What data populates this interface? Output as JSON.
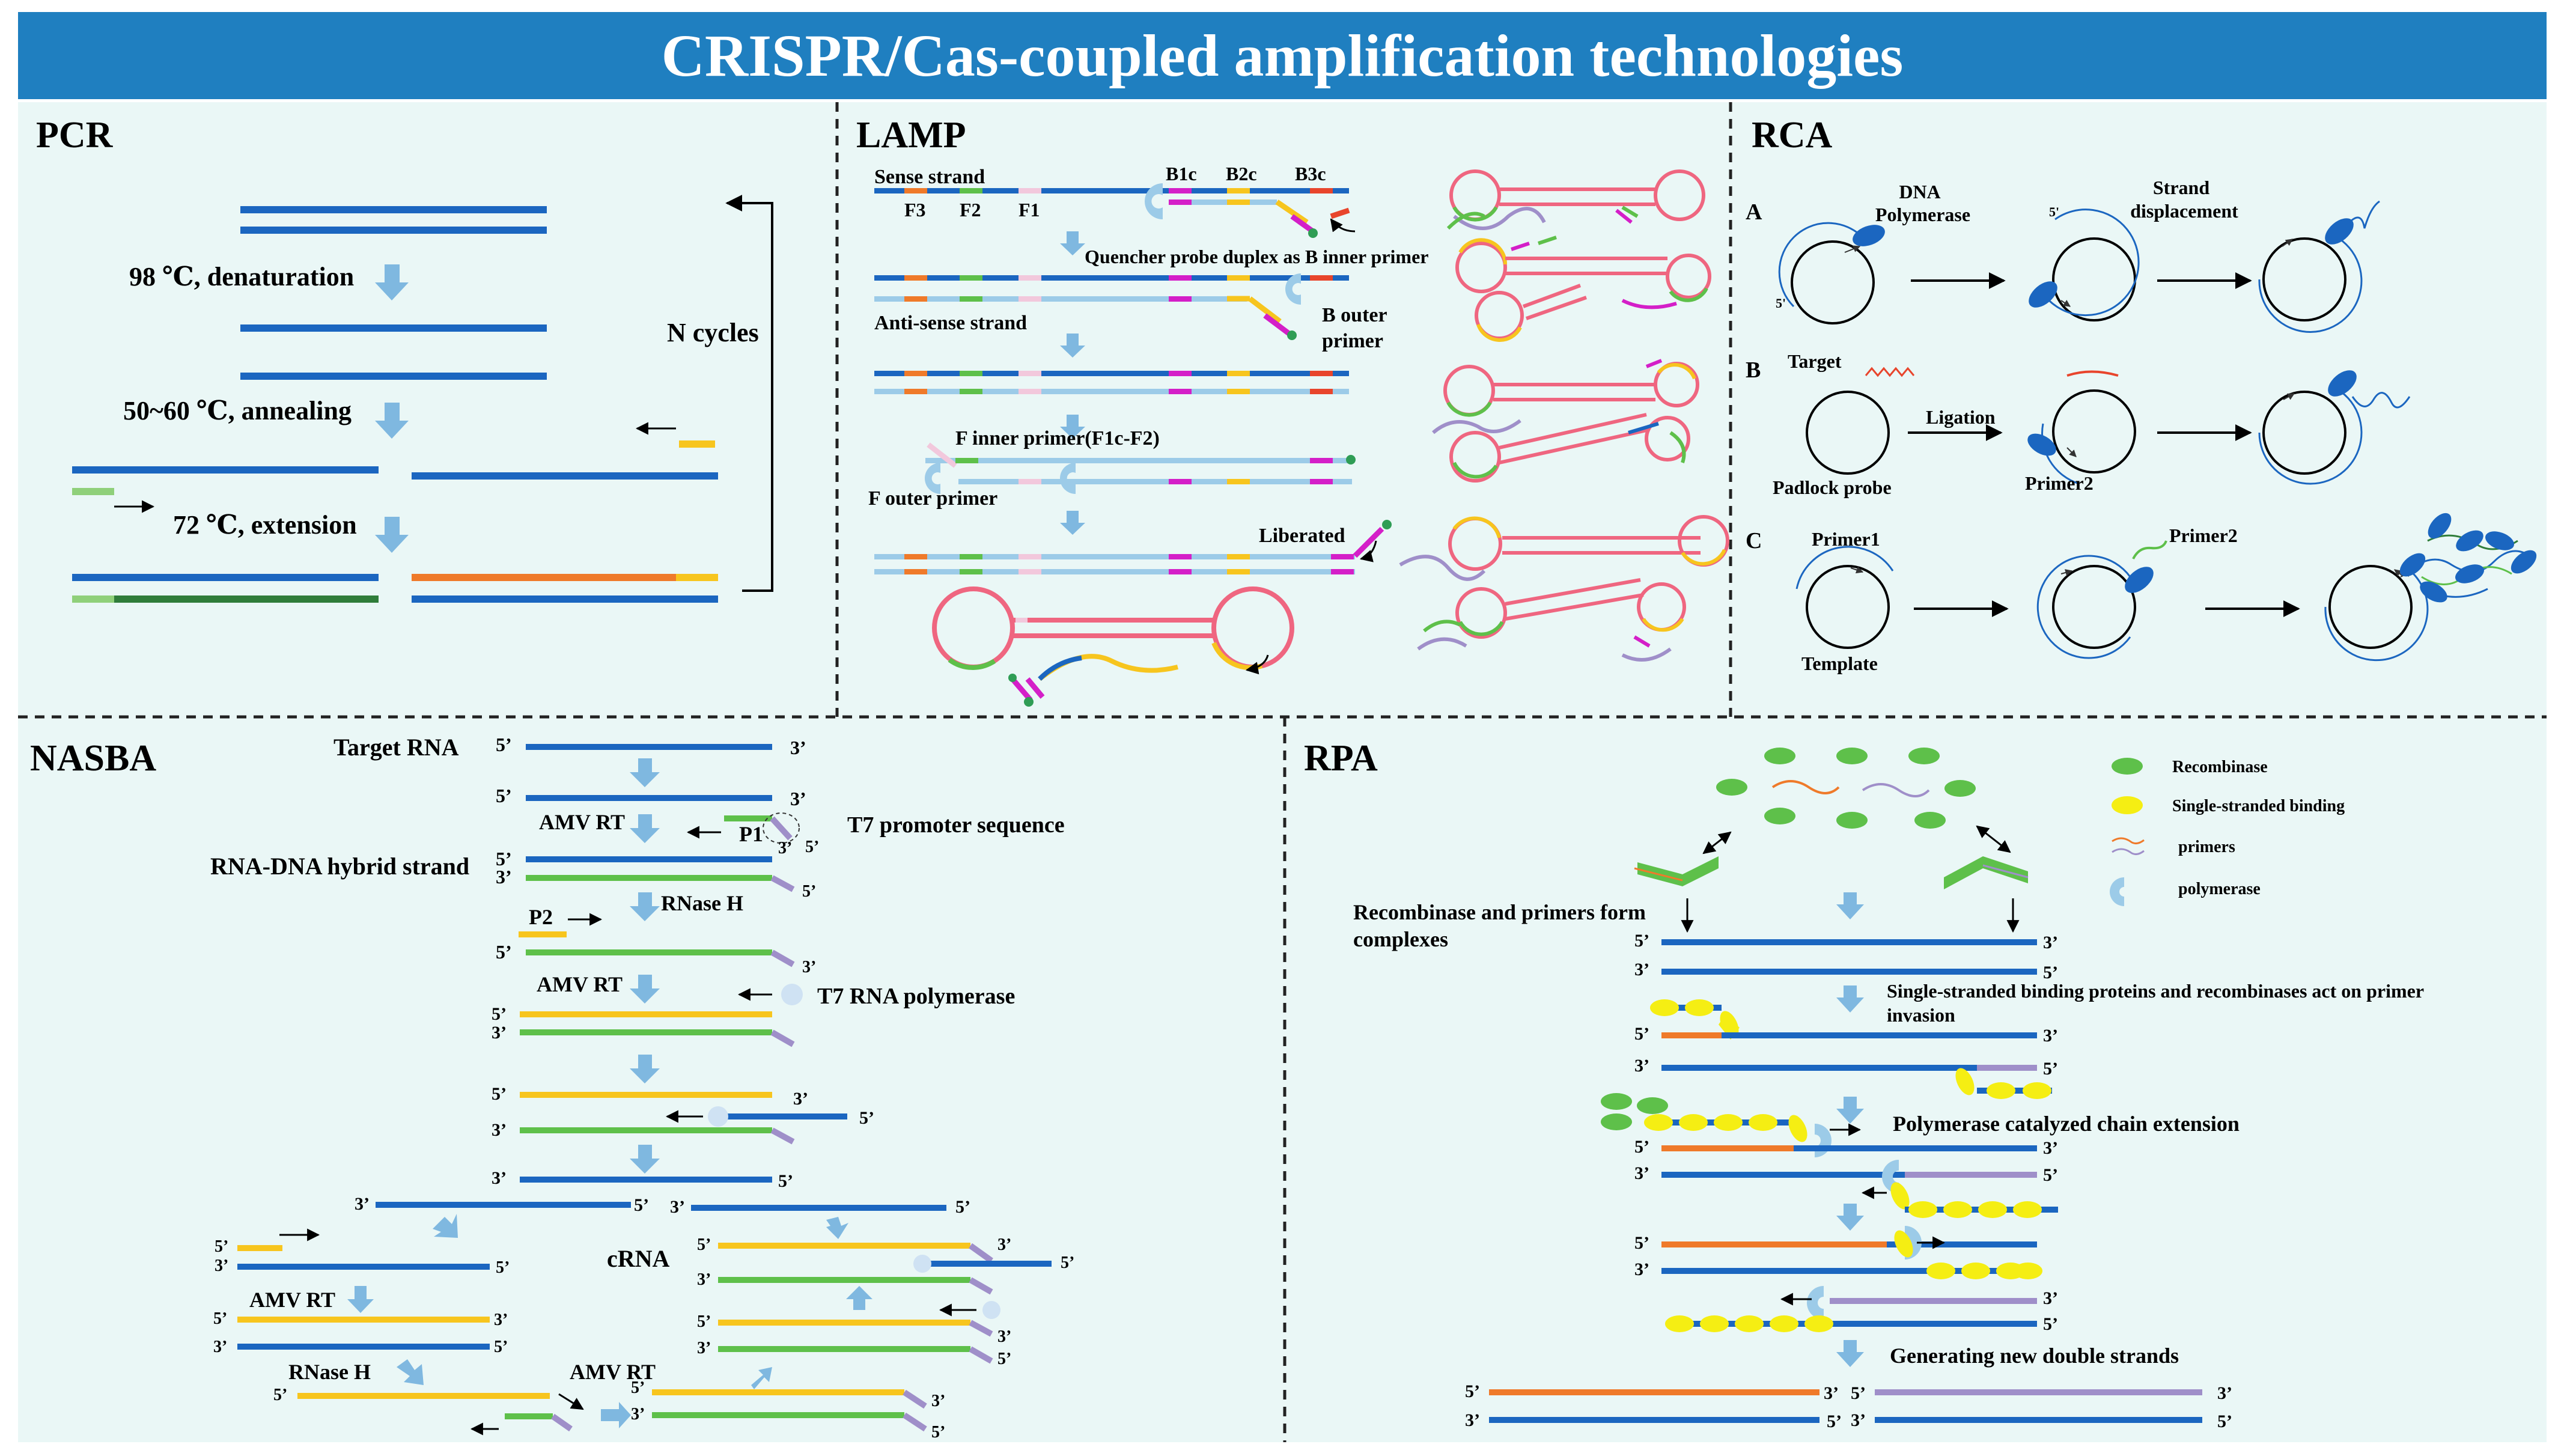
{
  "title": "CRISPR/Cas-coupled amplification technologies",
  "colors": {
    "banner": "#1f7fc0",
    "panel_bg": "#eaf7f6",
    "blue": "#1b66c0",
    "lightblue": "#9ccbe8",
    "green": "#5ec04a",
    "darkgreen": "#2f7d3a",
    "orange": "#ef7a2a",
    "yellow": "#f7c51e",
    "purple": "#9f8fc9",
    "magenta": "#d41fc8",
    "red": "#e8452c",
    "pink": "#ef6680",
    "ssb": "#f5ee13",
    "recombinase": "#5ec04a",
    "arrow": "#7fb8e0"
  },
  "pcr": {
    "heading": "PCR",
    "step1": "98 ℃, denaturation",
    "step2": "50~60 ℃, annealing",
    "step3": "72 ℃, extension",
    "cycles": "N cycles"
  },
  "lamp": {
    "heading": "LAMP",
    "sense": "Sense strand",
    "b1c": "B1c",
    "b2c": "B2c",
    "b3c": "B3c",
    "f3": "F3",
    "f2": "F2",
    "f1": "F1",
    "quencher": "Quencher probe duplex as B inner primer",
    "antisense": "Anti-sense strand",
    "b_outer_1": "B outer",
    "b_outer_2": "primer",
    "f_inner": "F inner primer(F1c-F2)",
    "f_outer": "F outer primer",
    "liberated": "Liberated"
  },
  "rca": {
    "heading": "RCA",
    "label_a": "A",
    "label_b": "B",
    "label_c": "C",
    "dna_pol_1": "DNA",
    "dna_pol_2": "Polymerase",
    "strand_1": "Strand",
    "strand_2": "displacement",
    "five_a": "5'",
    "five_b": "5'",
    "target": "Target",
    "ligation": "Ligation",
    "padlock": "Padlock probe",
    "primer2_b": "Primer2",
    "primer1": "Primer1",
    "primer2_c": "Primer2",
    "template": "Template"
  },
  "nasba": {
    "heading": "NASBA",
    "target_rna": "Target RNA",
    "amv1": "AMV RT",
    "p1": "P1",
    "t7_promoter": "T7 promoter sequence",
    "hybrid": "RNA-DNA hybrid strand",
    "rnase1": "RNase H",
    "p2": "P2",
    "amv2": "AMV RT",
    "t7_pol": "T7 RNA polymerase",
    "amv3": "AMV RT",
    "rnase2": "RNase H",
    "amv4": "AMV RT",
    "crna": "cRNA",
    "five": "5’",
    "three": "3’"
  },
  "rpa": {
    "heading": "RPA",
    "legend_recombinase": "Recombinase",
    "legend_ssb": "Single-stranded binding",
    "legend_primers": "primers",
    "legend_polymerase": "polymerase",
    "complexes_1": "Recombinase and primers form",
    "complexes_2": "complexes",
    "ssb_1": "Single-stranded binding proteins and recombinases act on primer",
    "ssb_2": "invasion",
    "poly_ext": "Polymerase catalyzed chain extension",
    "new_double": "Generating new double strands",
    "five": "5’",
    "three": "3’"
  }
}
